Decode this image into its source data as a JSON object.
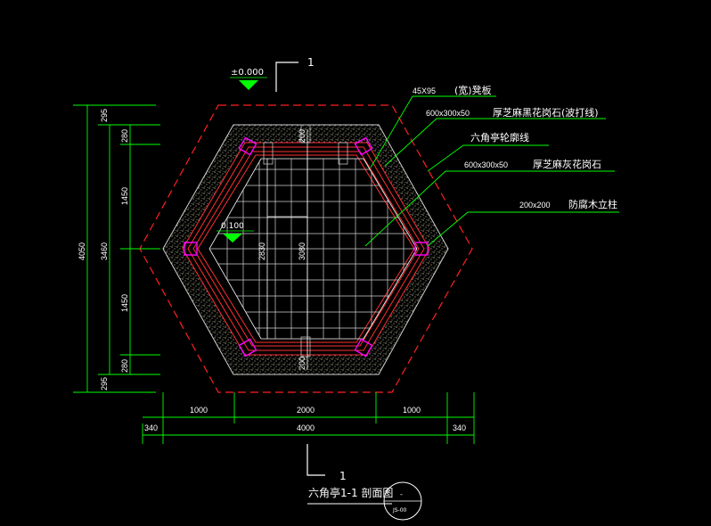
{
  "colors": {
    "background": "#000000",
    "dimension": "#00ff00",
    "outline_dashed": "#ff2020",
    "paving_bands": "#ff3030",
    "post": "#ff00ff",
    "leader": "#00ff00",
    "grid": "#ffffff",
    "gravel_border": "#e0e0a0",
    "text": "#ffffff",
    "level_marker": "#00ff00"
  },
  "levels": {
    "top": "±0.000",
    "center": "0.100"
  },
  "section_marks": {
    "top_label": "1",
    "bottom_label": "1"
  },
  "annotations": {
    "bench": {
      "size": "45X95",
      "text": "(宽)凳板"
    },
    "stone_black": {
      "size": "600x300x50",
      "text": "厚芝麻黑花岗石(波打线)"
    },
    "outline": {
      "text": "六角亭轮廓线"
    },
    "stone_grey": {
      "size": "600x300x50",
      "text": "厚芝麻灰花岗石"
    },
    "post": {
      "size": "200x200",
      "text": "防腐木立柱"
    }
  },
  "dimensions": {
    "left_outer_total": "4050",
    "left_inner_total": "3460",
    "left_seg_top_outer": "295",
    "left_seg_top_inner": "280",
    "left_seg_upper": "1450",
    "left_seg_lower": "1450",
    "left_seg_bottom_inner": "280",
    "left_seg_bottom_outer": "295",
    "inner_vertical_a": "2830",
    "inner_vertical_b": "3080",
    "inner_top_small": "200",
    "inner_bottom_small": "200",
    "bottom_seg_left": "1000",
    "bottom_seg_mid": "2000",
    "bottom_seg_right": "1000",
    "bottom_total": "4000",
    "bottom_offset_left": "340",
    "bottom_offset_right": "340"
  },
  "title": {
    "text": "六角亭1-1 剖面图",
    "badge_top": "-",
    "badge_bottom": "JS-00"
  }
}
